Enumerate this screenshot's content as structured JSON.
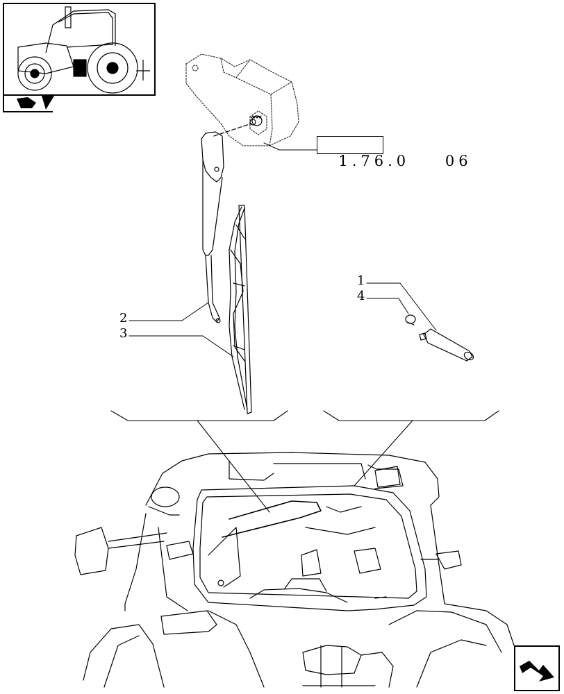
{
  "diagram": {
    "reference": {
      "boxed": "1.76.",
      "rest": "0    06"
    },
    "callouts": [
      {
        "id": "1",
        "label": "1"
      },
      {
        "id": "4",
        "label": "4"
      },
      {
        "id": "2",
        "label": "2"
      },
      {
        "id": "3",
        "label": "3"
      }
    ],
    "icons": {
      "thumbnail": "tractor-icon",
      "nav_small": "book-arrow-icon",
      "nav_next": "next-page-arrow-icon"
    }
  }
}
